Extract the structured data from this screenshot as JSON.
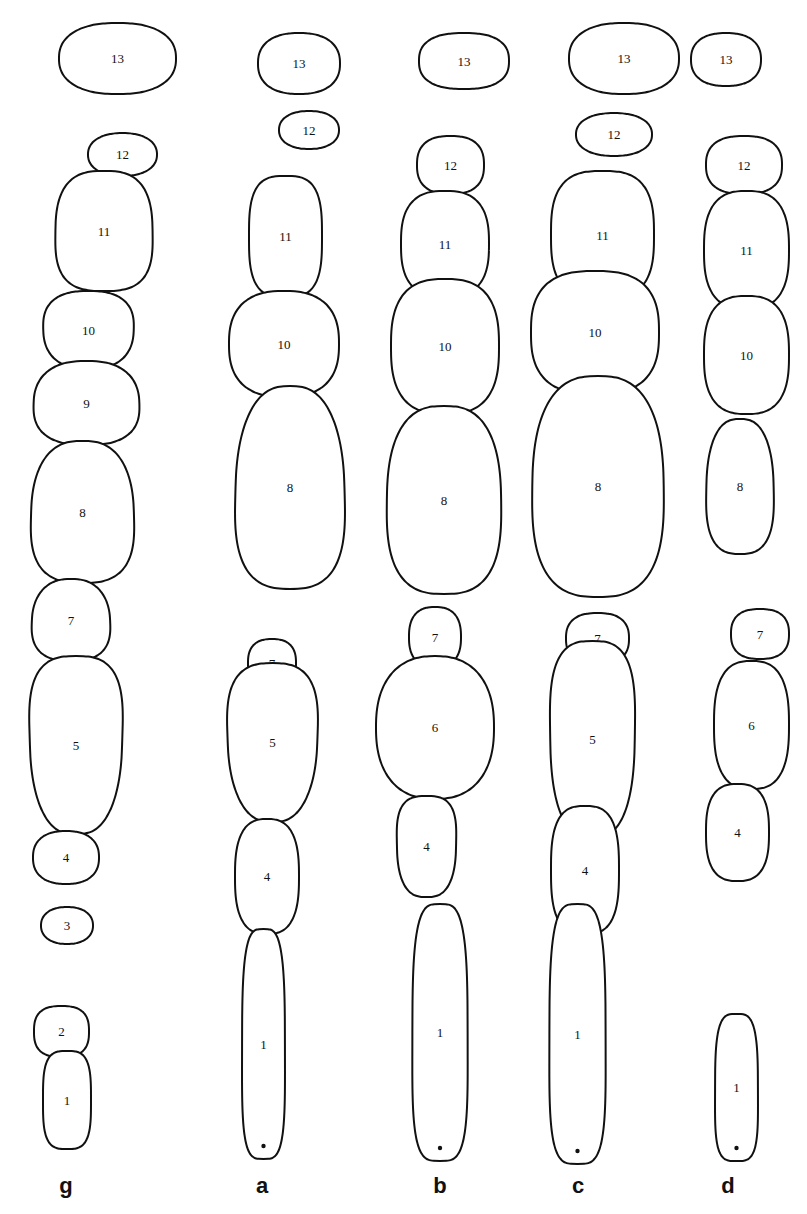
{
  "diagram": {
    "nodes": [
      {
        "text": [
          "13"
        ]
      },
      {
        "text": [
          "12"
        ]
      },
      {
        "text": [
          "11"
        ]
      },
      {
        "text": [
          "10"
        ]
      },
      {
        "text": [
          "9"
        ]
      },
      {
        "text": [
          "8"
        ]
      },
      {
        "text": [
          "7"
        ]
      },
      {
        "text": [
          "5"
        ]
      },
      {
        "text": [
          "4"
        ]
      },
      {
        "text": [
          "3"
        ]
      },
      {
        "text": [
          "2"
        ]
      },
      {
        "text": [
          "1"
        ]
      },
      {
        "text": [
          "13"
        ]
      },
      {
        "text": [
          "12"
        ]
      },
      {
        "text": [
          "11"
        ]
      },
      {
        "text": [
          "10"
        ]
      },
      {
        "text": [
          "8"
        ]
      },
      {
        "text": [
          "7"
        ]
      },
      {
        "text": [
          "5"
        ]
      },
      {
        "text": [
          "4"
        ]
      },
      {
        "text": [
          "1"
        ]
      },
      {
        "text": [
          "13"
        ]
      },
      {
        "text": [
          "12"
        ]
      },
      {
        "text": [
          "11"
        ]
      },
      {
        "text": [
          "10"
        ]
      },
      {
        "text": [
          "8"
        ]
      },
      {
        "text": [
          "7"
        ]
      },
      {
        "text": [
          "6"
        ]
      },
      {
        "text": [
          "4"
        ]
      },
      {
        "text": [
          "1"
        ]
      },
      {
        "text": [
          "13"
        ]
      },
      {
        "text": [
          "12"
        ]
      },
      {
        "text": [
          "11"
        ]
      },
      {
        "text": [
          "10"
        ]
      },
      {
        "text": [
          "8"
        ]
      },
      {
        "text": [
          "7"
        ]
      },
      {
        "text": [
          "5"
        ]
      },
      {
        "text": [
          "4"
        ]
      },
      {
        "text": [
          "1"
        ]
      },
      {
        "text": [
          "13"
        ]
      },
      {
        "text": [
          "12"
        ]
      },
      {
        "text": [
          "11"
        ]
      },
      {
        "text": [
          "10"
        ]
      },
      {
        "text": [
          "8"
        ]
      },
      {
        "text": [
          "7"
        ]
      },
      {
        "text": [
          "6"
        ]
      },
      {
        "text": [
          "4"
        ]
      },
      {
        "text": [
          "1"
        ]
      }
    ],
    "labels": [
      "g",
      "a",
      "b",
      "c",
      "d"
    ]
  }
}
